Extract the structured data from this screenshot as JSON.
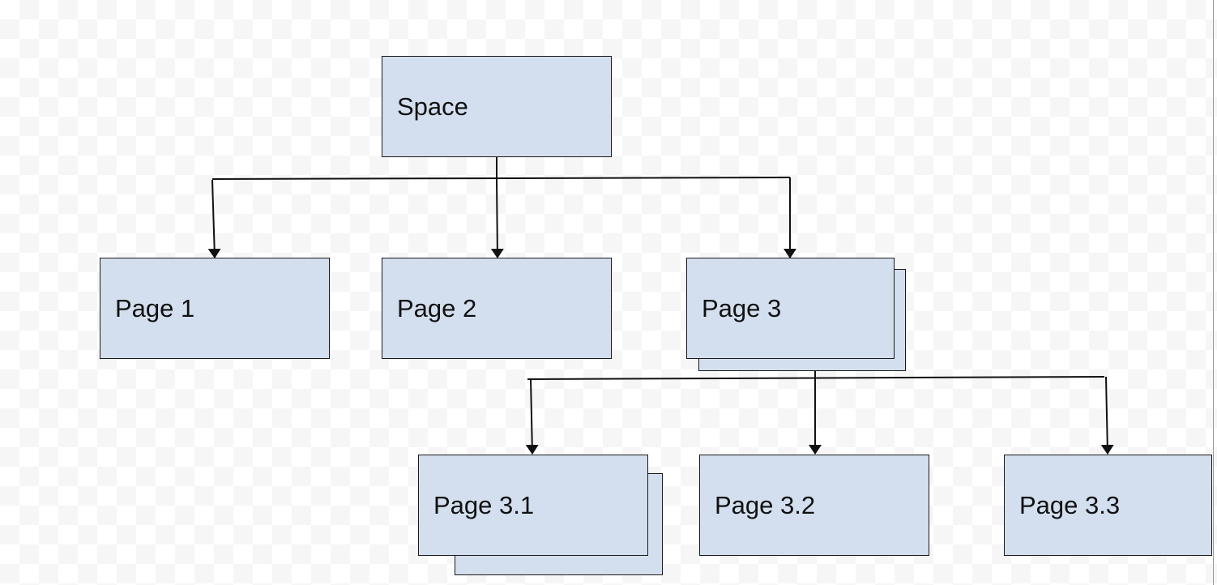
{
  "diagram": {
    "nodes": {
      "space": "Space",
      "page1": "Page 1",
      "page2": "Page 2",
      "page3": "Page 3",
      "page3_1": "Page 3.1",
      "page3_2": "Page 3.2",
      "page3_3": "Page 3.3"
    },
    "edges": [
      {
        "from": "space",
        "to": "page1"
      },
      {
        "from": "space",
        "to": "page2"
      },
      {
        "from": "space",
        "to": "page3"
      },
      {
        "from": "page3",
        "to": "page3_1"
      },
      {
        "from": "page3",
        "to": "page3_2"
      },
      {
        "from": "page3",
        "to": "page3_3"
      }
    ],
    "stacked_nodes": [
      "page3",
      "page3_1"
    ],
    "colors": {
      "node_fill": "#d3dfee",
      "stroke": "#1a1a1a",
      "text": "#111111"
    }
  }
}
